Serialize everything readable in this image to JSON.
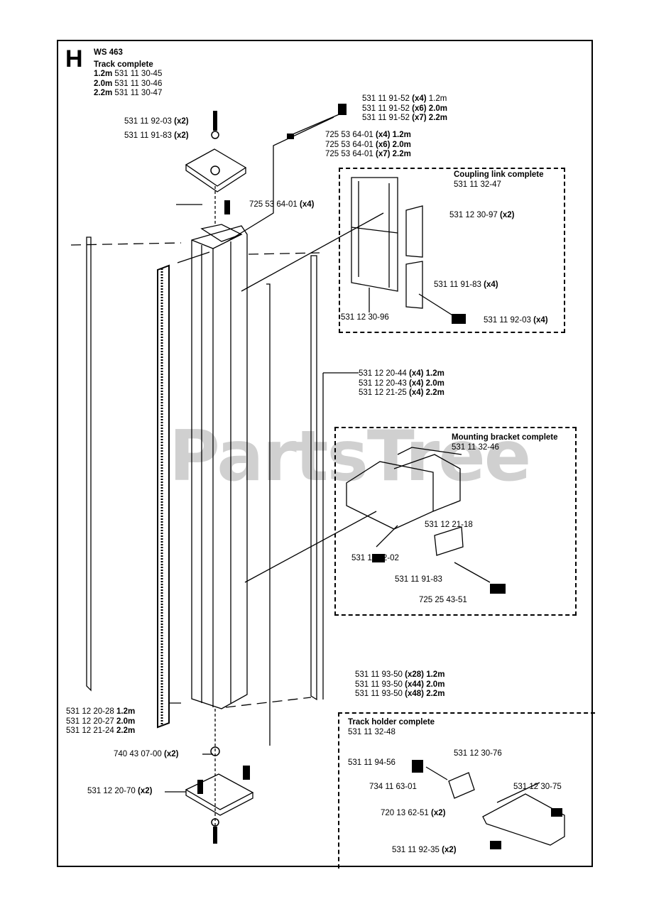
{
  "section_letter": "H",
  "watermark": "PartsTree",
  "header": {
    "model": "WS 463",
    "title": "Track complete",
    "lines": [
      {
        "len": "1.2m",
        "part": "531 11 30-45"
      },
      {
        "len": "2.0m",
        "part": "531 11 30-46"
      },
      {
        "len": "2.2m",
        "part": "531 11 30-47"
      }
    ]
  },
  "callouts": {
    "c1": {
      "part": "531 11 92-03",
      "qty": "(x2)"
    },
    "c2": {
      "part": "531 11 91-83",
      "qty": "(x2)"
    },
    "c3": {
      "part": "725 53 64-01",
      "qty": "(x4)"
    },
    "c4": {
      "lines": [
        {
          "part": "531 11 91-52",
          "qty": "(x4)",
          "len": "1.2m"
        },
        {
          "part": "531 11 91-52",
          "qty": "(x6)",
          "len": "2.0m"
        },
        {
          "part": "531 11 91-52",
          "qty": "(x7)",
          "len": "2.2m"
        }
      ]
    },
    "c5": {
      "lines": [
        {
          "part": "725 53 64-01",
          "qty": "(x4)",
          "len": "1.2m"
        },
        {
          "part": "725 53 64-01",
          "qty": "(x6)",
          "len": "2.0m"
        },
        {
          "part": "725 53 64-01",
          "qty": "(x7)",
          "len": "2.2m"
        }
      ]
    },
    "c6": {
      "lines": [
        {
          "part": "531 12 20-44",
          "qty": "(x4)",
          "len": "1.2m"
        },
        {
          "part": "531 12 20-43",
          "qty": "(x4)",
          "len": "2.0m"
        },
        {
          "part": "531 12 21-25",
          "qty": "(x4)",
          "len": "2.2m"
        }
      ]
    },
    "c7": {
      "lines": [
        {
          "part": "531 11 93-50",
          "qty": "(x28)",
          "len": "1.2m"
        },
        {
          "part": "531 11 93-50",
          "qty": "(x44)",
          "len": "2.0m"
        },
        {
          "part": "531 11 93-50",
          "qty": "(x48)",
          "len": "2.2m"
        }
      ]
    },
    "c8": {
      "lines": [
        {
          "part": "531 12 20-28",
          "len": "1.2m"
        },
        {
          "part": "531 12 20-27",
          "len": "2.0m"
        },
        {
          "part": "531 12 21-24",
          "len": "2.2m"
        }
      ]
    },
    "c9": {
      "part": "740 43 07-00",
      "qty": "(x2)"
    },
    "c10": {
      "part": "531 12 20-70",
      "qty": "(x2)"
    }
  },
  "coupling": {
    "title": "Coupling link complete",
    "part": "531 11 32-47",
    "items": [
      {
        "part": "531 12 30-97",
        "qty": "(x2)"
      },
      {
        "part": "531 11 91-83",
        "qty": "(x4)"
      },
      {
        "part": "531 12 30-96",
        "qty": ""
      },
      {
        "part": "531 11 92-03",
        "qty": "(x4)"
      }
    ]
  },
  "mounting": {
    "title": "Mounting bracket complete",
    "part": "531 11 32-46",
    "items": [
      "531 12 21-18",
      "531 11 92-02",
      "531 11 91-83",
      "725 25 43-51"
    ]
  },
  "holder": {
    "title": "Track holder complete",
    "part": "531 11 32-48",
    "items": [
      {
        "part": "531 12 30-76",
        "qty": ""
      },
      {
        "part": "531 11 94-56",
        "qty": ""
      },
      {
        "part": "734 11 63-01",
        "qty": ""
      },
      {
        "part": "531 12 30-75",
        "qty": ""
      },
      {
        "part": "720 13 62-51",
        "qty": "(x2)"
      },
      {
        "part": "531 11 92-35",
        "qty": "(x2)"
      }
    ]
  }
}
